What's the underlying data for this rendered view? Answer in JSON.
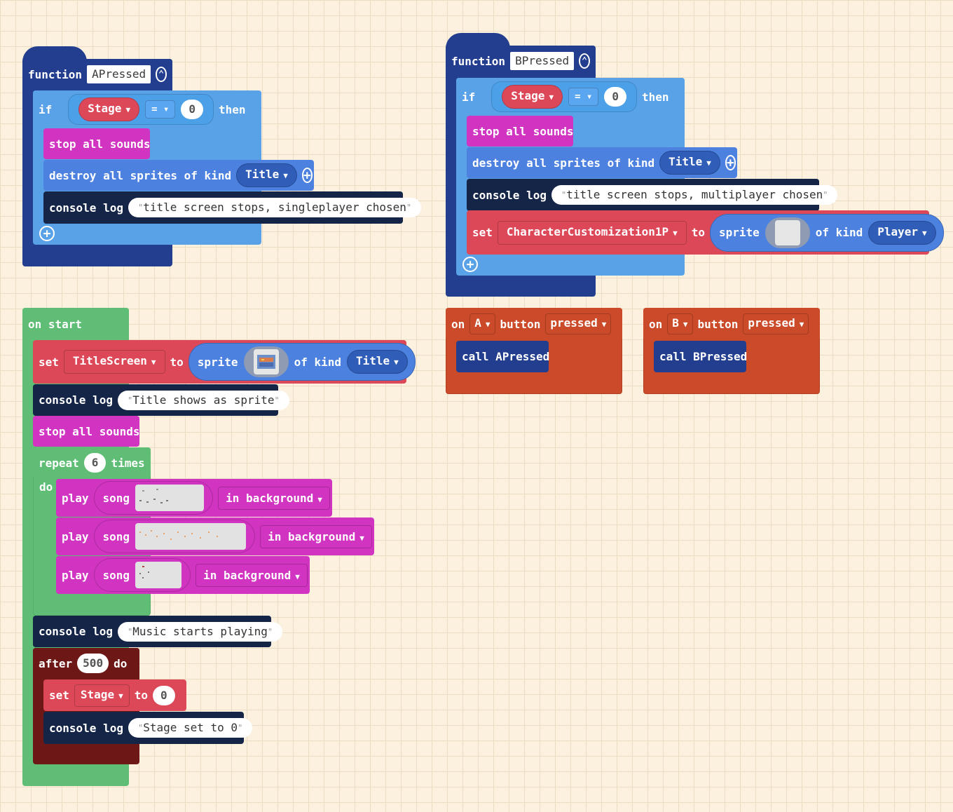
{
  "colors": {
    "function_dark": "#233e8f",
    "function_body": "#5aa2e8",
    "if_body": "#5aa2e8",
    "music": "#d234c2",
    "sprites": "#4c81e0",
    "console": "#142548",
    "variables": "#dd4859",
    "loops": "#5fbd75",
    "control_dark": "#6e1717",
    "controller": "#cb4a29",
    "call_block": "#233e8f"
  },
  "functionA": {
    "keyword": "function",
    "name": "APressed",
    "collapse_icon": "chevron-up-circle",
    "if_kw": "if",
    "cond_var": "Stage",
    "cond_op": "=",
    "cond_value": "0",
    "then_kw": "then",
    "stop_sounds": "stop all sounds",
    "destroy_label": "destroy all sprites of kind",
    "destroy_kind": "Title",
    "console_kw": "console log",
    "console_text": "title screen stops, singleplayer chosen"
  },
  "functionB": {
    "keyword": "function",
    "name": "BPressed",
    "if_kw": "if",
    "cond_var": "Stage",
    "cond_op": "=",
    "cond_value": "0",
    "then_kw": "then",
    "stop_sounds": "stop all sounds",
    "destroy_label": "destroy all sprites of kind",
    "destroy_kind": "Title",
    "console_kw": "console log",
    "console_text": "title screen stops, multiplayer chosen",
    "set_kw": "set",
    "set_var": "CharacterCustomization1P",
    "to_kw": "to",
    "sprite_kw": "sprite",
    "of_kind_kw": "of kind",
    "kind": "Player"
  },
  "onStart": {
    "hat": "on start",
    "set_kw": "set",
    "set_var": "TitleScreen",
    "to_kw": "to",
    "sprite_kw": "sprite",
    "of_kind_kw": "of kind",
    "kind": "Title",
    "console1_kw": "console log",
    "console1_text": "Title shows as sprite",
    "stop_sounds": "stop all sounds",
    "repeat_kw": "repeat",
    "repeat_count": "6",
    "times_kw": "times",
    "do_kw": "do",
    "play_kw": "play",
    "song_kw": "song",
    "in_background": "in background",
    "console2_kw": "console log",
    "console2_text": "Music starts playing",
    "after_kw": "after",
    "after_ms": "500",
    "after_do": "do",
    "set2_kw": "set",
    "set2_var": "Stage",
    "to2_kw": "to",
    "set2_value": "0",
    "console3_kw": "console log",
    "console3_text": "Stage set to 0"
  },
  "onA": {
    "on_kw": "on",
    "button": "A",
    "button_kw": "button",
    "event": "pressed",
    "call_text": "call APressed"
  },
  "onB": {
    "on_kw": "on",
    "button": "B",
    "button_kw": "button",
    "event": "pressed",
    "call_text": "call BPressed"
  }
}
